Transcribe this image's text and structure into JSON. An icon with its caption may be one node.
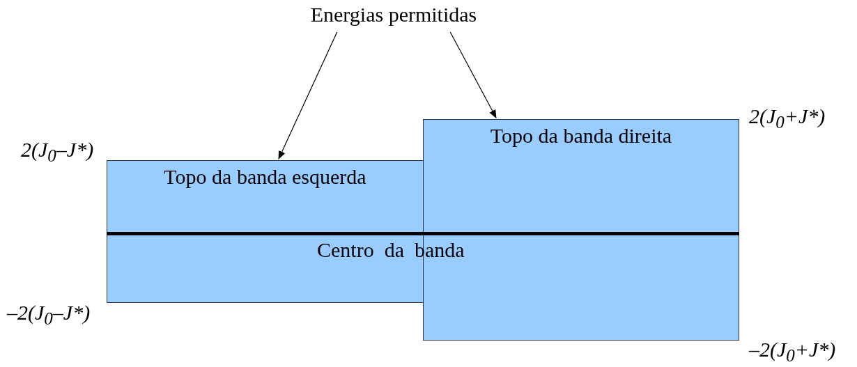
{
  "diagram": {
    "nodes": [
      {
        "text": [
          "Energias permitidas"
        ]
      },
      {
        "text": [
          "Topo da banda esquerda"
        ]
      },
      {
        "text": [
          "Topo da banda direita"
        ]
      }
    ],
    "edges": [
      {
        "from": 0,
        "to": 1,
        "arrow": "to"
      },
      {
        "from": 0,
        "to": 2,
        "arrow": "to"
      }
    ],
    "labels": [
      "2(J$_{0}$+J*)",
      "2(J$_{0}$–J*)",
      "Centro  da  banda",
      "–2(J$_{0}$–J*)",
      "–2(J$_{0}$+J*)"
    ]
  }
}
